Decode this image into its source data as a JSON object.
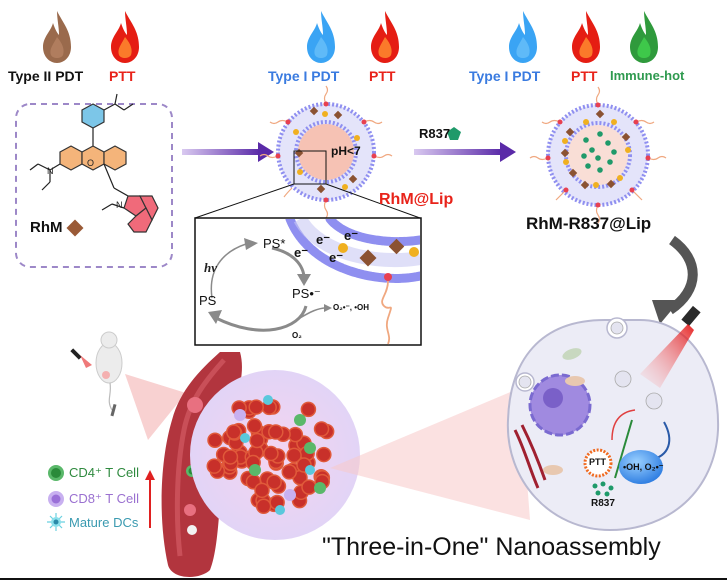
{
  "colors": {
    "brown": "#9a6a4c",
    "red": "#e8231a",
    "blue": "#3a7be0",
    "green": "#2f9a4f",
    "purple": "#6a35b0",
    "lipid": "#8f8ff0",
    "rhm": "#8b5232",
    "yellow": "#f0b020",
    "r837": "#1f9a6a",
    "cd4": "#3a9a4a",
    "cd8": "#a07ad8",
    "dc": "#4ab0c8"
  },
  "header": {
    "group1": {
      "pdt": "Type  II  PDT",
      "ptt": "PTT"
    },
    "group2": {
      "pdt": "Type   I   PDT",
      "ptt": "PTT"
    },
    "group3": {
      "pdt": "Type   I   PDT",
      "ptt": "PTT",
      "immune": "Immune-hot"
    }
  },
  "molecule": {
    "label": "RhM",
    "atom_o": "O",
    "atom_n": "N",
    "atom_nplus": "N"
  },
  "liposome1": {
    "ph": "pH<7",
    "name": "RhM@Lip"
  },
  "arrow2": {
    "label": "R837"
  },
  "liposome2": {
    "name": "RhM-R837@Lip"
  },
  "mechanism": {
    "hv": "hν",
    "ps_star": "PS*",
    "ps": "PS",
    "ps_radical": "PS•⁻",
    "ros": "O₂•⁻, •OH",
    "o2": "O₂",
    "electron": "e⁻"
  },
  "cell": {
    "ptt": "PTT",
    "ros": "•OH, O₂•⁻",
    "r837": "R837"
  },
  "legend": [
    {
      "label": "CD4⁺ T Cell",
      "icon": "cd4-cell-icon"
    },
    {
      "label": "CD8⁺ T Cell",
      "icon": "cd8-cell-icon"
    },
    {
      "label": "Mature DCs",
      "icon": "dendritic-cell-icon"
    }
  ],
  "title": "\"Three-in-One\" Nanoassembly"
}
